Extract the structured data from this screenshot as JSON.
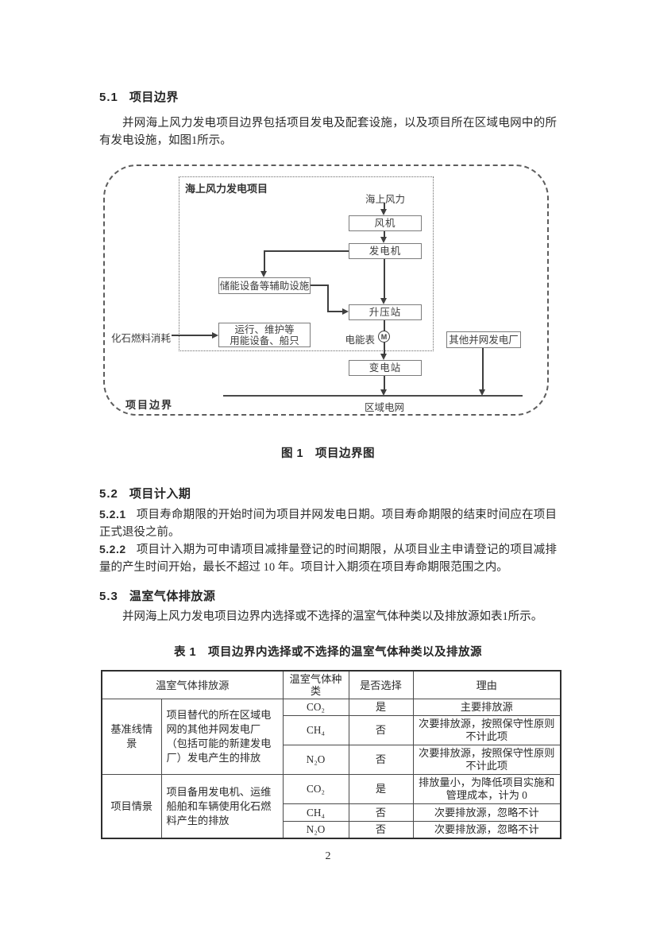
{
  "page_number": "2",
  "s51": {
    "num": "5.1",
    "title": "项目边界",
    "para": "并网海上风力发电项目边界包括项目发电及配套设施，以及项目所在区域电网中的所有发电设施，如图1所示。"
  },
  "figure": {
    "caption": "图 1　项目边界图",
    "project_label": "海上风力发电项目",
    "boundary_label": "项目边界",
    "nodes": {
      "wind": "海上风力",
      "turbine": "风机",
      "generator": "发电机",
      "storage": "储能设备等辅助设施",
      "booster": "升压站",
      "meter_label": "电能表",
      "meter_symbol": "M",
      "ops1": "运行、维护等",
      "ops2": "用能设备、船只",
      "fossil": "化石燃料消耗",
      "other_plant": "其他并网发电厂",
      "substation": "变电站",
      "grid": "区域电网"
    }
  },
  "s52": {
    "num": "5.2",
    "title": "项目计入期",
    "p521": {
      "num": "5.2.1",
      "text": "项目寿命期限的开始时间为项目并网发电日期。项目寿命期限的结束时间应在项目正式退役之前。"
    },
    "p522": {
      "num": "5.2.2",
      "text": "项目计入期为可申请项目减排量登记的时间期限，从项目业主申请登记的项目减排量的产生时间开始，最长不超过 10 年。项目计入期须在项目寿命期限范围之内。"
    }
  },
  "s53": {
    "num": "5.3",
    "title": "温室气体排放源",
    "para": "并网海上风力发电项目边界内选择或不选择的温室气体种类以及排放源如表1所示。"
  },
  "table1": {
    "caption": "表 1　项目边界内选择或不选择的温室气体种类以及排放源",
    "headers": {
      "source": "温室气体排放源",
      "gas": "温室气体种类",
      "selected": "是否选择",
      "reason": "理由"
    },
    "groups": [
      {
        "label": "基准线情景",
        "desc": "项目替代的所在区域电网的其他并网发电厂（包括可能的新建发电厂）发电产生的排放",
        "rows": [
          {
            "gas": "CO₂",
            "selected": "是",
            "reason": "主要排放源"
          },
          {
            "gas": "CH₄",
            "selected": "否",
            "reason": "次要排放源，按照保守性原则不计此项"
          },
          {
            "gas": "N₂O",
            "selected": "否",
            "reason": "次要排放源，按照保守性原则不计此项"
          }
        ]
      },
      {
        "label": "项目情景",
        "desc": "项目备用发电机、运维船舶和车辆使用化石燃料产生的排放",
        "rows": [
          {
            "gas": "CO₂",
            "selected": "是",
            "reason": "排放量小，为降低项目实施和管理成本，计为 0"
          },
          {
            "gas": "CH₄",
            "selected": "否",
            "reason": "次要排放源，忽略不计"
          },
          {
            "gas": "N₂O",
            "selected": "否",
            "reason": "次要排放源，忽略不计"
          }
        ]
      }
    ]
  }
}
